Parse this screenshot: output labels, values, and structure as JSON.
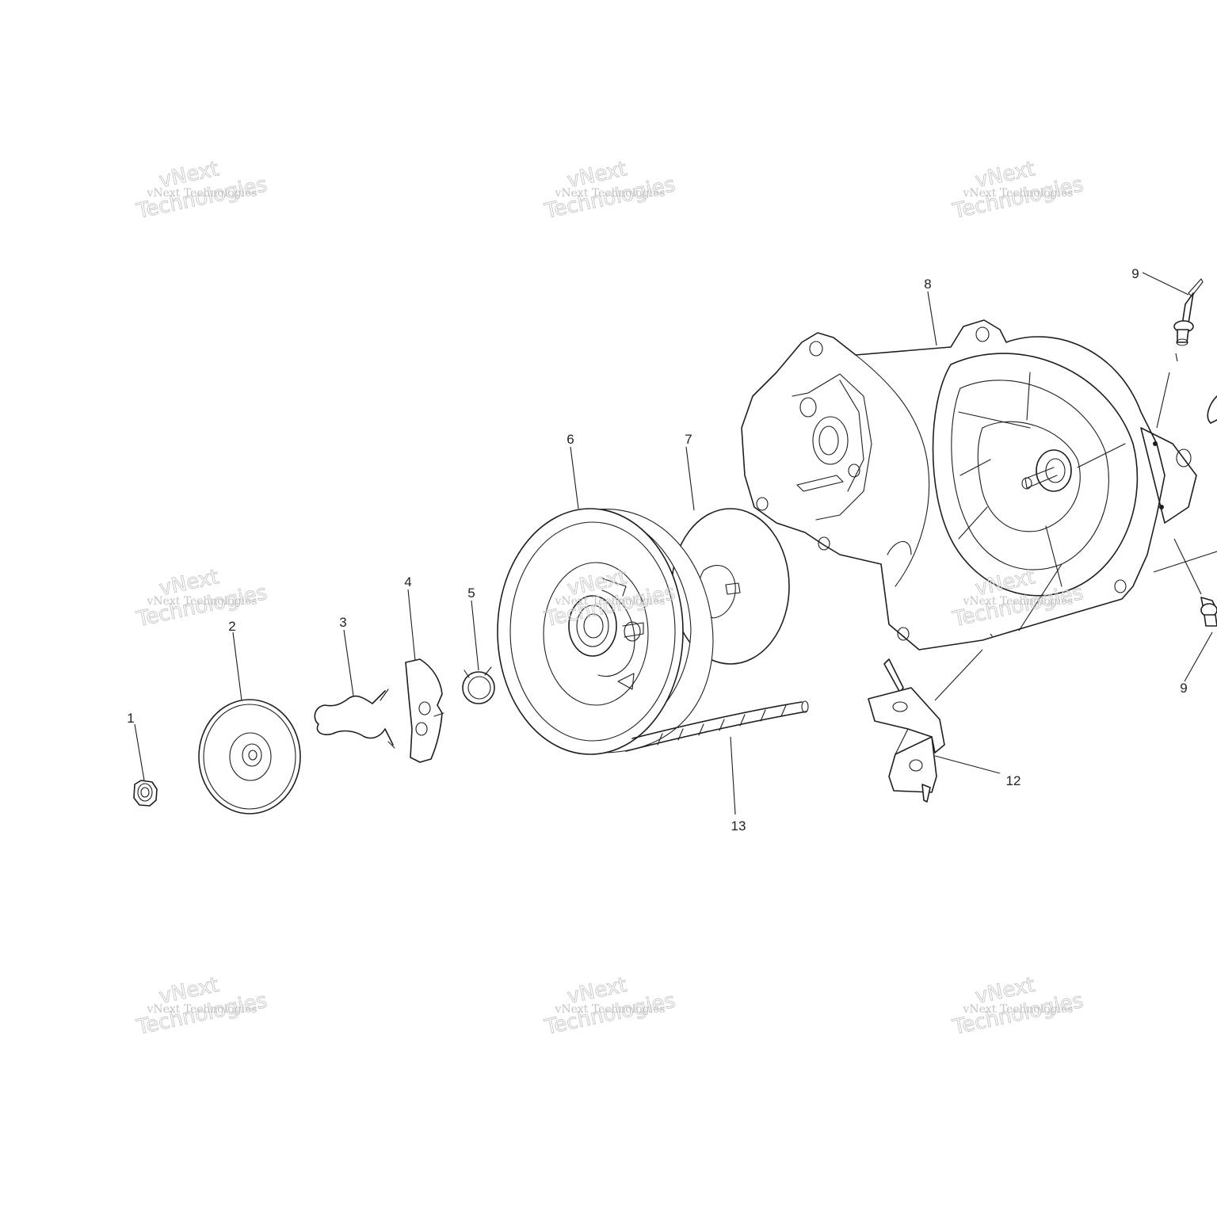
{
  "diagram": {
    "callouts": [
      "1",
      "2",
      "3",
      "4",
      "5",
      "6",
      "7",
      "8",
      "9",
      "9",
      "12",
      "13"
    ],
    "watermark": {
      "small": "vNext Technologies",
      "line1": "vNext",
      "line2": "Technologies"
    }
  }
}
